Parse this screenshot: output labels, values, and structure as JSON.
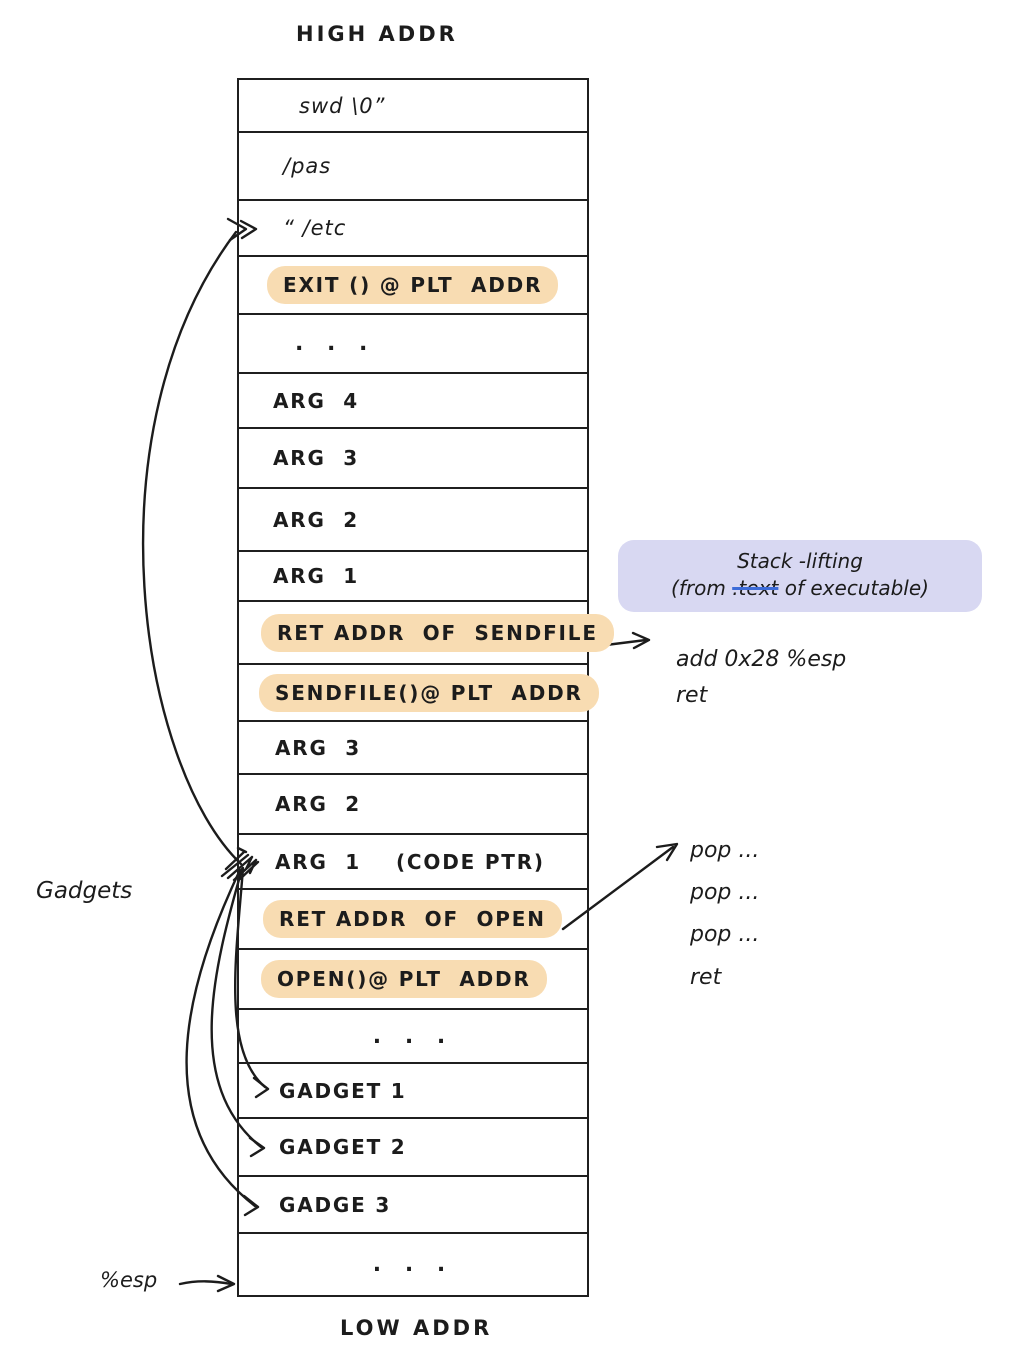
{
  "colors": {
    "ink": "#1c1c1c",
    "highlight_orange": "#f8dcb2",
    "highlight_lavender": "#d8d8f2",
    "strike_blue": "#3c6bd8"
  },
  "labels": {
    "high_addr": "HIGH  ADDR",
    "low_addr": "LOW   ADDR",
    "gadgets": "Gadgets",
    "esp": "%esp"
  },
  "stack": {
    "rows": [
      {
        "label": "swd \\0”",
        "highlight": false
      },
      {
        "label": "/pas",
        "highlight": false
      },
      {
        "label": "“ /etc",
        "highlight": false
      },
      {
        "label": "EXIT () @ PLT  ADDR",
        "highlight": true
      },
      {
        "label": ". . .",
        "highlight": false
      },
      {
        "label": "ARG  4",
        "highlight": false
      },
      {
        "label": "ARG  3",
        "highlight": false
      },
      {
        "label": "ARG  2",
        "highlight": false
      },
      {
        "label": "ARG  1",
        "highlight": false
      },
      {
        "label": "RET ADDR  OF  SENDFILE",
        "highlight": true
      },
      {
        "label": "SENDFILE()@ PLT  ADDR",
        "highlight": true
      },
      {
        "label": "ARG  3",
        "highlight": false
      },
      {
        "label": "ARG  2",
        "highlight": false
      },
      {
        "label": "ARG  1    (CODE PTR)",
        "highlight": false
      },
      {
        "label": "RET ADDR  OF  OPEN",
        "highlight": true
      },
      {
        "label": "OPEN()@ PLT  ADDR",
        "highlight": true
      },
      {
        "label": ". . .",
        "highlight": false
      },
      {
        "label": "GADGET 1",
        "highlight": false
      },
      {
        "label": "GADGET 2",
        "highlight": false
      },
      {
        "label": "GADGE 3",
        "highlight": false
      },
      {
        "label": ". . .",
        "highlight": false
      }
    ]
  },
  "annotations": {
    "stack_lifting": {
      "line1": "Stack -lifting",
      "line2_pre": "(from  ",
      "line2_strike": ".text",
      "line2_post": "  of  executable)"
    },
    "sendfile_gadget": {
      "line1": "add   0x28   %esp",
      "line2": "ret"
    },
    "open_gadget": {
      "lines": [
        "pop ...",
        "pop ...",
        "pop ...",
        "ret"
      ]
    }
  }
}
